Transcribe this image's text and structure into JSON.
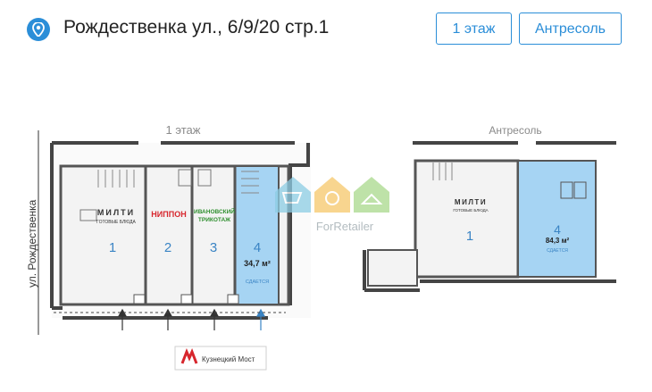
{
  "header": {
    "address": "Рождественка ул., 6/9/20 стр.1",
    "floor_buttons": [
      "1 этаж",
      "Антресоль"
    ]
  },
  "plan": {
    "left_title": "1 этаж",
    "right_title": "Антресоль",
    "street_label": "ул. Рождественка",
    "metro": "Кузнецкий Мост",
    "watermark": "ForRetailer",
    "tenants": {
      "milti": "МИЛТИ",
      "milti_sub": "ГОТОВЫЕ БЛЮДА",
      "nippon": "НИППОН",
      "ivanovsky_1": "ИВАНОВСКИЙ",
      "ivanovsky_2": "ТРИКОТАЖ"
    },
    "units_floor1": [
      "1",
      "2",
      "3",
      "4"
    ],
    "unit4_area": "34,7 м²",
    "unit4_status": "СДАЕТСЯ",
    "units_mezz": [
      "1",
      "4"
    ],
    "mezz_area": "84,3 м²",
    "mezz_status": "СДАЕТСЯ"
  },
  "colors": {
    "accent": "#2b8ed8",
    "available": "#a6d4f3",
    "unit_num": "#3a84c4",
    "nippon": "#d7262d",
    "ivanovsky": "#2f8f2f"
  }
}
